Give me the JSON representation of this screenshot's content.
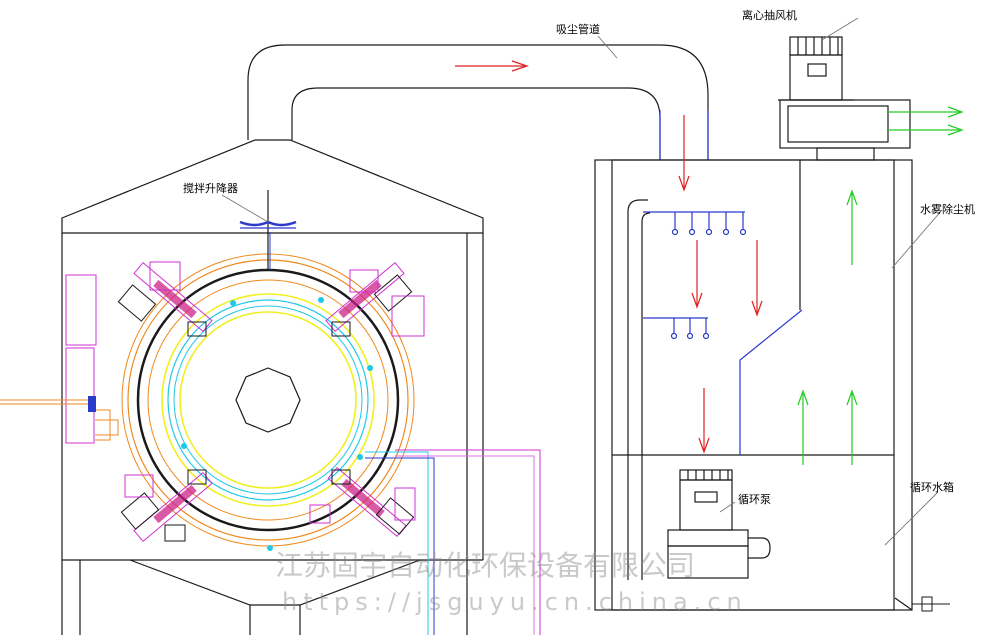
{
  "labels": {
    "duct": "吸尘管道",
    "fan": "离心抽风机",
    "lifter": "搅拌升降器",
    "scrubber": "水雾除尘机",
    "tank": "循环水箱",
    "pump": "循环泵"
  },
  "watermark": {
    "company": "江苏固宇自动化环保设备有限公司",
    "url": "https://jsguyu.cn.china.cn"
  },
  "colors": {
    "line": "#1a1a1a",
    "flow_red": "#e02020",
    "flow_green": "#22cc22",
    "blue": "#2a3acc",
    "magenta": "#d030d0",
    "orange": "#f08a20",
    "cyan": "#20c8e8",
    "yellow": "#f0f020",
    "pink": "#e070e0"
  }
}
